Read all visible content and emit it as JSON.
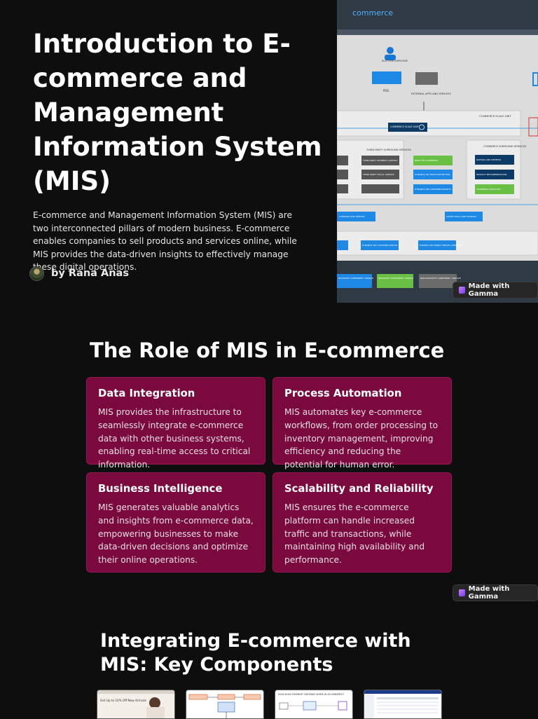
{
  "slide1": {
    "title": "Introduction to E-commerce and Management Information System (MIS)",
    "intro": "E-commerce and Management Information System (MIS) are two interconnected pillars of modern business. E-commerce enables companies to sell products and services online, while MIS provides the data-driven insights to effectively manage these digital operations.",
    "author": "by Rana Anas",
    "badge": "Made with Gamma",
    "diagram": {
      "header": "commerce",
      "pos_label": "IN-STORE EMPLOYEE",
      "pos": "POS",
      "external": "EXTERNAL APPS AND SERVICES",
      "scale_unit_title": "COMMERCE SCALE UNIT",
      "scale_unit_box": "COMMERCE SCALE UNIT",
      "third_party": "THIRD-PARTY SURROUND SERVICES",
      "commerce_surround": "COMMERCE SURROUND SERVICES",
      "payment": "THIRD-PARTY PAYMENT GATEWAY",
      "fiscal": "THIRD-PARTY FISCAL SERVICE",
      "bing": "BING FOR COMMERCE",
      "fraud": "DYNAMICS 365 FRAUD PROTECTION",
      "insights": "DYNAMICS 365 CUSTOMER INSIGHTS",
      "ratings": "RATINGS AND REVIEWS",
      "recommend": "PRODUCT RECOMMENDATIONS",
      "analytics": "COMMERCE ANALYTICS",
      "cds": "COMMON DATA SERVICE",
      "lake": "AZURE DATA LAKE STORAGE",
      "cust_service": "DYNAMICS 365 CUSTOMER SERVICE",
      "proj_service": "DYNAMICS 365 PROJECT SERVICE AUTOMATION",
      "legend1": "MICROSOFT COMPONENT / SERVICE",
      "legend2": "MICROSOFT COMPONENT / SERVICE",
      "legend3": "NON-MICROSOFT COMPONENT / SERVICE"
    }
  },
  "slide2": {
    "heading": "The Role of MIS in E-commerce",
    "badge": "Made with Gamma",
    "cards": [
      {
        "title": "Data Integration",
        "text": "MIS provides the infrastructure to seamlessly integrate e-commerce data with other business systems, enabling real-time access to critical information."
      },
      {
        "title": "Process Automation",
        "text": "MIS automates key e-commerce workflows, from order processing to inventory management, improving efficiency and reducing the potential for human error."
      },
      {
        "title": "Business Intelligence",
        "text": "MIS generates valuable analytics and insights from e-commerce data, empowering businesses to make data-driven decisions and optimize their online operations."
      },
      {
        "title": "Scalability and Reliability",
        "text": "MIS ensures the e-commerce platform can handle increased traffic and transactions, while maintaining high availability and performance."
      }
    ]
  },
  "slide3": {
    "heading": "Integrating E-commerce with MIS: Key Components",
    "thumb1": "Get Up to 10% Off New Arrivals",
    "thumb3": "HOW DOES PAYMENT GATEWAY WORK IN ECOMMERCE?"
  },
  "colors": {
    "background": "#0e0e0e",
    "card": "#7a0a3e",
    "azure": "#1e88e5",
    "green": "#6abf45"
  }
}
